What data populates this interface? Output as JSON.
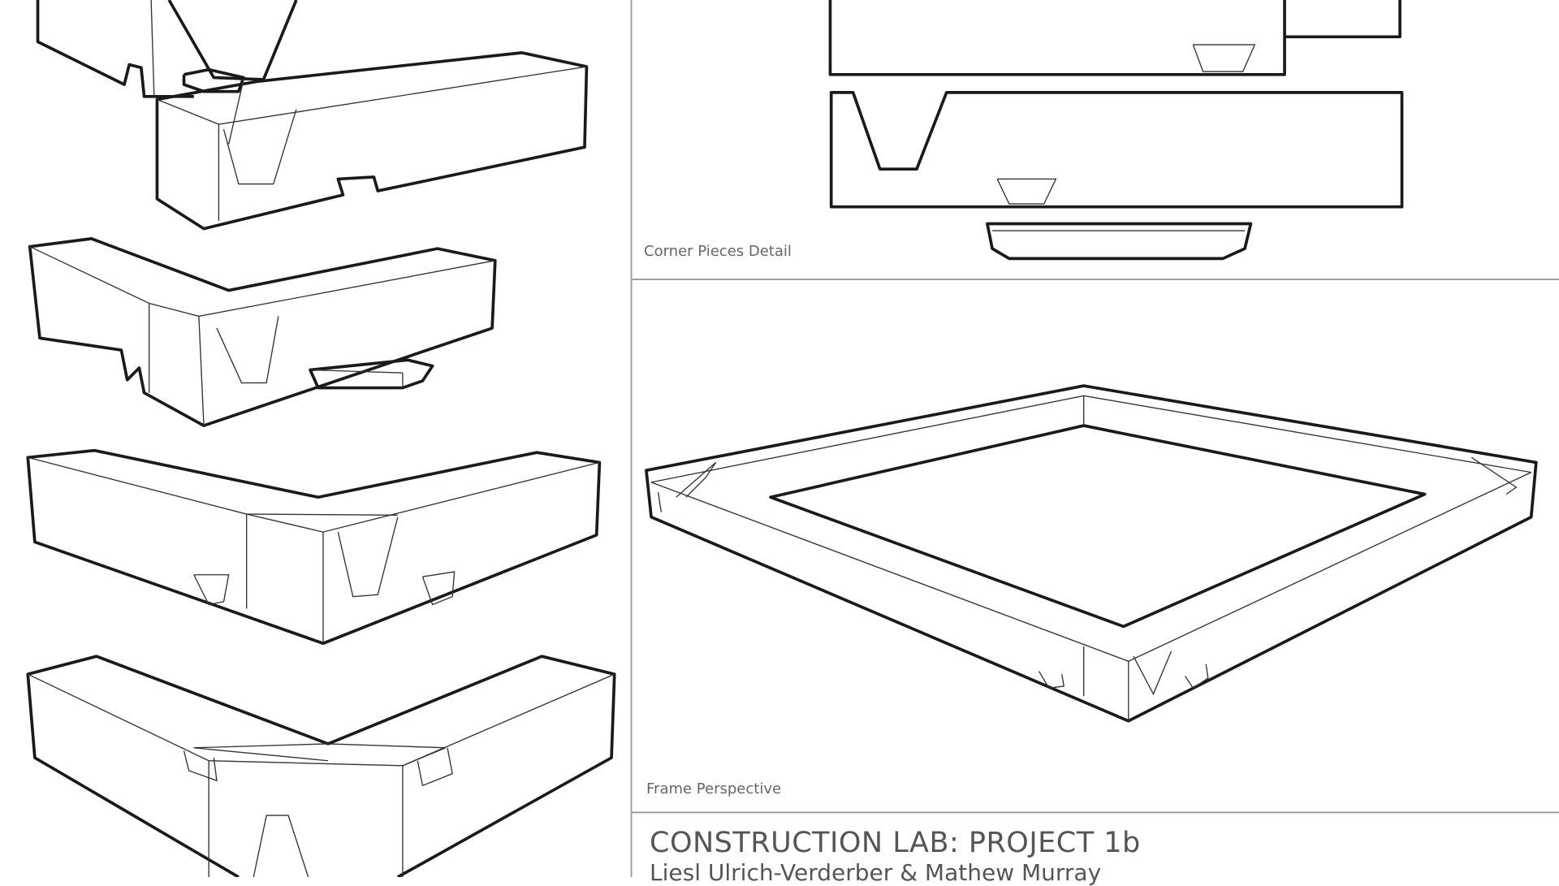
{
  "panels": {
    "corner_detail_label": "Corner Pieces Detail",
    "frame_label": "Frame Perspective"
  },
  "title_block": {
    "title": "CONSTRUCTION LAB:  PROJECT 1b",
    "authors": "Liesl Ulrich-Verderber & Mathew Murray"
  }
}
